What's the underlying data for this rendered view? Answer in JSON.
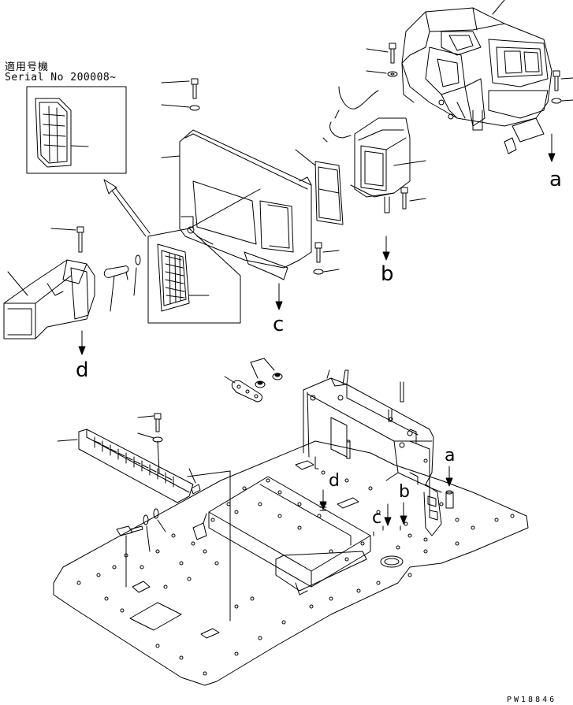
{
  "header": {
    "applicability_jp": "適用号機",
    "serial_label": "Serial No 200008~"
  },
  "connection_labels": {
    "a_upper": "a",
    "b_upper": "b",
    "c_upper": "c",
    "d_upper": "d",
    "a_lower": "a",
    "b_lower": "b",
    "c_lower": "c",
    "d_lower": "d"
  },
  "drawing_code": "PW18846"
}
